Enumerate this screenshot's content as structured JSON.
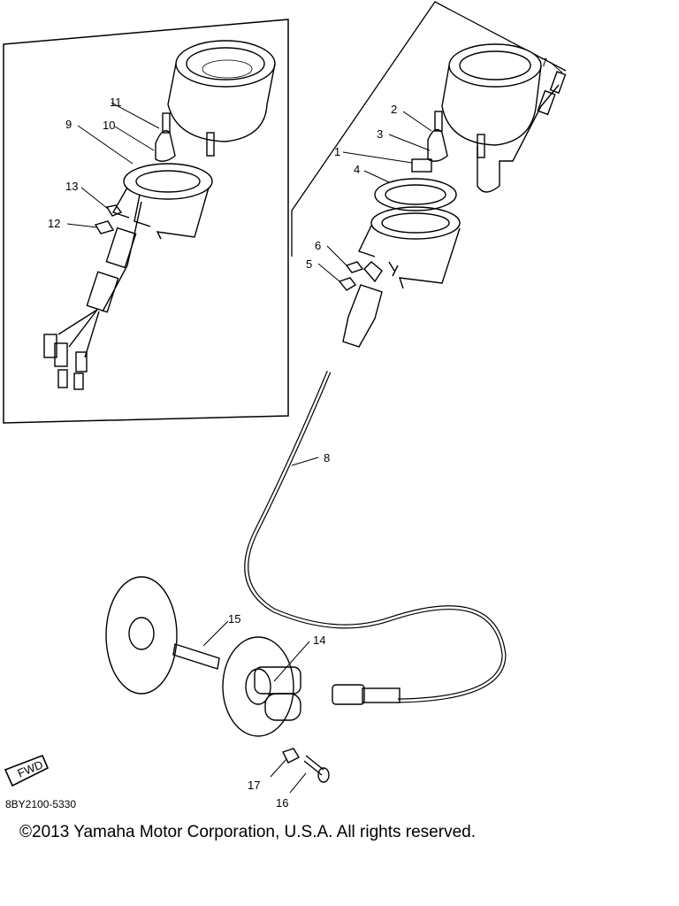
{
  "diagram": {
    "part_numbers": [
      "1",
      "2",
      "3",
      "4",
      "5",
      "6",
      "7",
      "8",
      "9",
      "10",
      "11",
      "12",
      "13",
      "14",
      "15",
      "16",
      "17"
    ],
    "fwd_label": "FWD",
    "ref_code": "8BY2100-5330",
    "copyright": "©2013 Yamaha Motor Corporation, U.S.A. All rights reserved."
  }
}
